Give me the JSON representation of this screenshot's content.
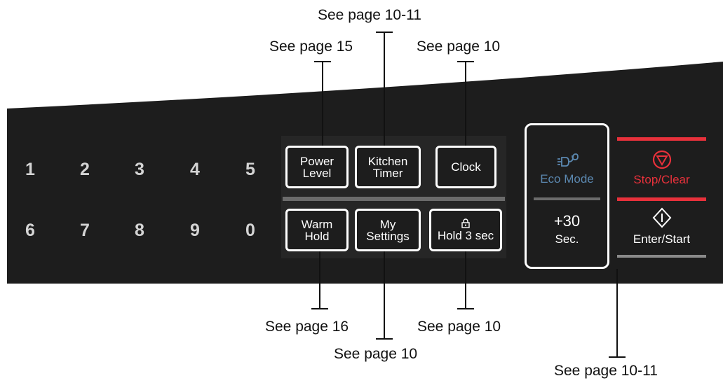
{
  "number_keys": [
    "1",
    "2",
    "3",
    "4",
    "5",
    "6",
    "7",
    "8",
    "9",
    "0"
  ],
  "buttons": {
    "power_level": [
      "Power",
      "Level"
    ],
    "kitchen_timer": [
      "Kitchen",
      "Timer"
    ],
    "clock": "Clock",
    "warm_hold": [
      "Warm",
      "Hold"
    ],
    "my_settings": [
      "My",
      "Settings"
    ],
    "hold_3_sec": "Hold 3 sec",
    "eco_mode": "Eco Mode",
    "plus_30": "+30",
    "sec": "Sec.",
    "stop_clear": "Stop/Clear",
    "enter_start": "Enter/Start"
  },
  "callouts": {
    "power_level": "See page 15",
    "kitchen_timer": "See page 10-11",
    "clock": "See page 10",
    "warm_hold": "See page 16",
    "my_settings": "See page 10",
    "hold_3_sec": "See page 10",
    "plus_30": "See page 10-11"
  },
  "colors": {
    "panel": "#1d1d1d",
    "button_border": "#ffffff",
    "stop_accent": "#e8313b",
    "eco_text": "#5b88b0",
    "divider": "#6b6b6b"
  },
  "icons": [
    "eco-plug-icon",
    "stop-circle-icon",
    "enter-diamond-icon",
    "lock-icon"
  ]
}
